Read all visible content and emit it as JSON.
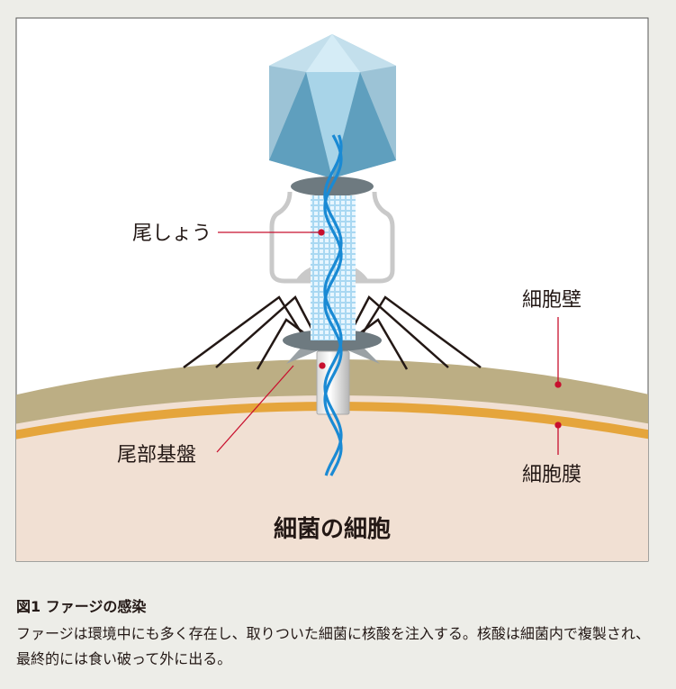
{
  "figure": {
    "labels": {
      "tail_sheath": "尾しょう",
      "cell_wall": "細胞壁",
      "baseplate": "尾部基盤",
      "cell_membrane": "細胞膜",
      "bacterial_cell": "細菌の細胞"
    },
    "colors": {
      "cell_wall": "#bcae84",
      "cell_interior": "#f1e0d3",
      "membrane": "#e5a53c",
      "dna": "#1a8ad4",
      "leader_line": "#c8102e"
    }
  },
  "caption": {
    "title": "図1 ファージの感染",
    "body": "ファージは環境中にも多く存在し、取りついた細菌に核酸を注入する。核酸は細菌内で複製され、最終的には食い破って外に出る。"
  }
}
